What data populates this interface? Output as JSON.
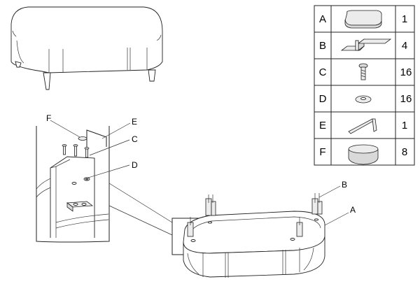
{
  "parts": [
    {
      "letter": "A",
      "qty": "1",
      "icon": "tabletop-panel-icon"
    },
    {
      "letter": "B",
      "qty": "4",
      "icon": "angle-bracket-icon"
    },
    {
      "letter": "C",
      "qty": "16",
      "icon": "screw-icon"
    },
    {
      "letter": "D",
      "qty": "16",
      "icon": "washer-icon"
    },
    {
      "letter": "E",
      "qty": "1",
      "icon": "hex-key-icon"
    },
    {
      "letter": "F",
      "qty": "8",
      "icon": "felt-pad-icon"
    }
  ],
  "callouts": {
    "detail": [
      "F",
      "E",
      "C",
      "D"
    ],
    "assembly": [
      "B",
      "A"
    ]
  }
}
